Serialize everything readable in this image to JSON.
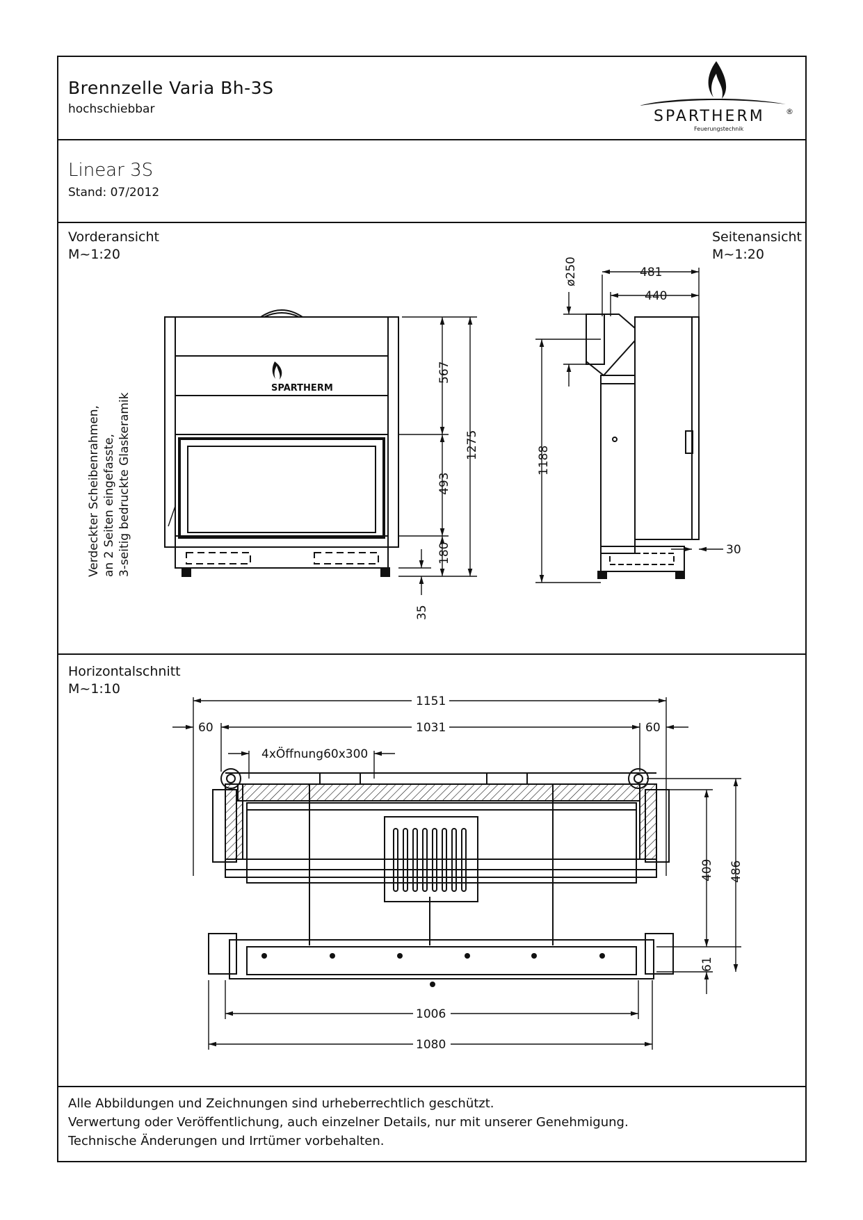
{
  "header": {
    "title": "Brennzelle Varia Bh-3S",
    "subtitle": "hochschiebbar",
    "brand": "SPARTHERM",
    "brand_tagline": "Feuerungstechnik",
    "registered_mark": "®"
  },
  "model": {
    "name": "Linear 3S",
    "date": "Stand: 07/2012"
  },
  "front_view": {
    "title": "Vorderansicht",
    "scale": "M~1:20",
    "door_logo": "SPARTHERM",
    "callout": [
      "Verdeckter Scheibenrahmen,",
      "an 2 Seiten eingefasste,",
      "3-seitig bedruckte Glaskeramik"
    ],
    "dims": {
      "top": "567",
      "glass": "493",
      "total": "1275",
      "bottom": "180",
      "feet": "35"
    }
  },
  "side_view": {
    "title": "Seitenansicht",
    "scale": "M~1:20",
    "dims": {
      "flue": "ø250",
      "depth_outer": "481",
      "depth_inner": "440",
      "height": "1188",
      "offset": "30"
    }
  },
  "plan_view": {
    "title": "Horizontalschnitt",
    "scale": "M~1:10",
    "opening_note": "4xÖffnung60x300",
    "dims": {
      "overall": "1151",
      "inner": "1031",
      "left": "60",
      "right": "60",
      "depth_inner": "409",
      "depth_outer": "486",
      "front": "61",
      "glass_width": "1006",
      "frame_width": "1080"
    }
  },
  "footer": {
    "lines": [
      "Alle Abbildungen und Zeichnungen sind urheberrechtlich geschützt.",
      "Verwertung oder Veröffentlichung, auch einzelner Details, nur mit unserer Genehmigung.",
      "Technische Änderungen und Irrtümer vorbehalten."
    ]
  }
}
